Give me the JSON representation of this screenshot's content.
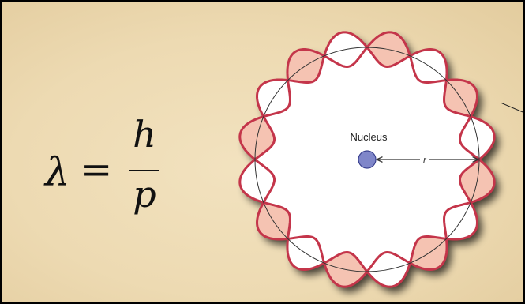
{
  "formula": {
    "lhs": "λ",
    "equals": "=",
    "numerator": "h",
    "denominator": "p"
  },
  "diagram": {
    "nucleus_label": "Nucleus",
    "radius_label": "r",
    "wave_lobes": 8,
    "colors": {
      "wave_fill": "#f5c3b2",
      "wave_stroke": "#c4354a",
      "orbit": "#333333",
      "nucleus": "#7f86c9",
      "nucleus_stroke": "#3b4290",
      "background": "#eddab2"
    }
  }
}
